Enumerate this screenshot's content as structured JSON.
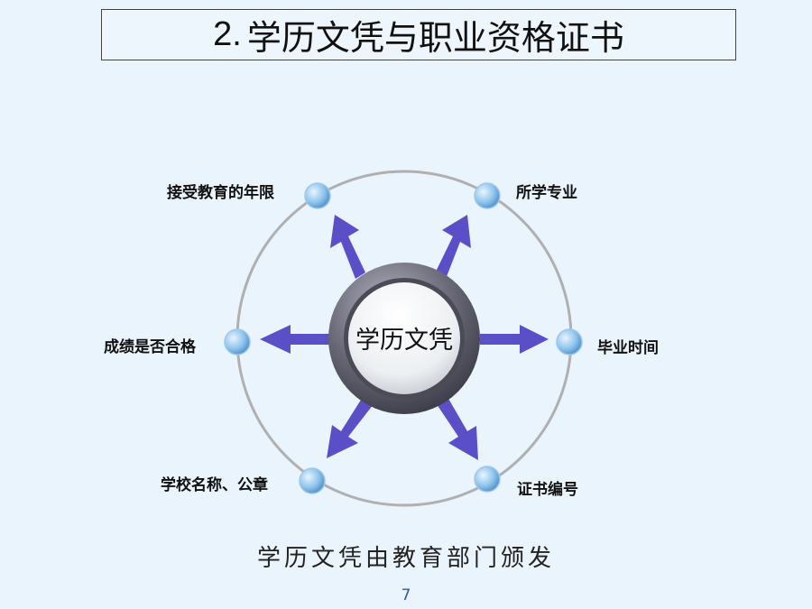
{
  "title": {
    "number": "2.",
    "text": "学历文凭与职业资格证书"
  },
  "center": "学历文凭",
  "nodes": {
    "top_left": "接受教育的年限",
    "top_right": "所学专业",
    "left": "成绩是否合格",
    "right": "毕业时间",
    "bottom_left": "学校名称、公章",
    "bottom_right": "证书编号"
  },
  "caption": "学历文凭由教育部门颁发",
  "page_number": "7",
  "colors": {
    "arrow": "#5b4fc8",
    "node": "#8fc4ec",
    "ring": "#b0b0b0",
    "hub": "#5f5f6b"
  }
}
